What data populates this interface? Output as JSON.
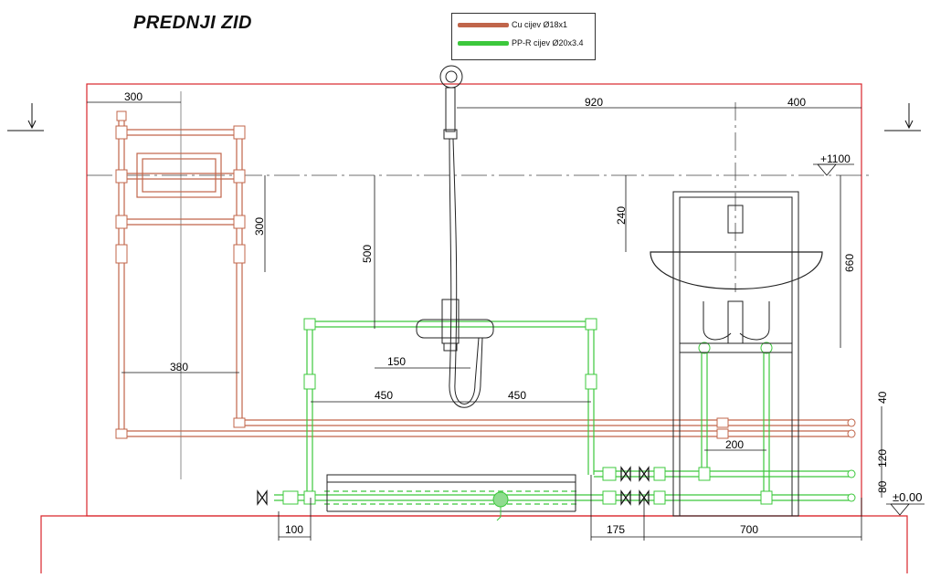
{
  "drawing": {
    "title": "PREDNJI ZID",
    "legend": [
      {
        "label": "Cu cijev Ø18x1",
        "color": "#c0654a"
      },
      {
        "label": "PP-R cijev Ø20x3.4",
        "color": "#3cc83c"
      }
    ],
    "levels": {
      "top": "+1100",
      "floor": "±0.00"
    },
    "dimensions": {
      "d300_top": "300",
      "d920": "920",
      "d400": "400",
      "d240": "240",
      "d660": "660",
      "d300_vert": "300",
      "d500": "500",
      "d380": "380",
      "d150": "150",
      "d450_left": "450",
      "d450_right": "450",
      "d40": "40",
      "d200": "200",
      "d120": "120",
      "d80": "80",
      "d100": "100",
      "d175": "175",
      "d700": "700"
    },
    "colors": {
      "copper": "#c0654a",
      "ppr": "#3cc83c",
      "wall": "#d9262b",
      "dim": "#111111"
    }
  }
}
